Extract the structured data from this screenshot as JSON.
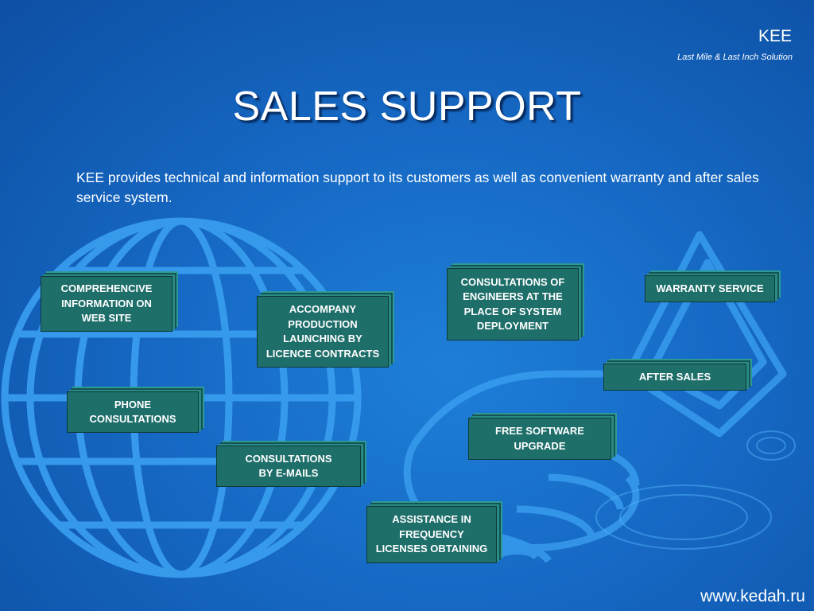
{
  "header": {
    "brand": "KEE",
    "tagline": "Last Mile & Last Inch Solution"
  },
  "title": "SALES SUPPORT",
  "intro": "KEE provides technical and information support to its customers as well as convenient warranty and after sales service system.",
  "boxes": [
    {
      "id": "web-site",
      "lines": [
        "COMPREHENCIVE",
        "INFORMATION ON",
        "WEB SITE"
      ]
    },
    {
      "id": "production",
      "lines": [
        "ACCOMPANY",
        "PRODUCTION",
        "LAUNCHING BY",
        "LICENCE CONTRACTS"
      ]
    },
    {
      "id": "engineers",
      "lines": [
        "CONSULTATIONS OF",
        "ENGINEERS AT THE",
        "PLACE OF SYSTEM",
        "DEPLOYMENT"
      ]
    },
    {
      "id": "warranty",
      "lines": [
        "WARRANTY SERVICE"
      ]
    },
    {
      "id": "after-sales",
      "lines": [
        "AFTER SALES"
      ]
    },
    {
      "id": "phone",
      "lines": [
        "PHONE",
        "CONSULTATIONS"
      ]
    },
    {
      "id": "software",
      "lines": [
        "FREE SOFTWARE",
        "UPGRADE"
      ]
    },
    {
      "id": "emails",
      "lines": [
        "CONSULTATIONS",
        "BY E-MAILS"
      ]
    },
    {
      "id": "frequency",
      "lines": [
        "ASSISTANCE IN",
        "FREQUENCY",
        "LICENSES OBTAINING"
      ]
    }
  ],
  "footer": {
    "url": "www.kedah.ru"
  },
  "colors": {
    "background": "#1669c4",
    "box": "#1e6e6a",
    "decoration": "#3a9ff0"
  },
  "icons": [
    "globe-illustration",
    "hand-illustration"
  ]
}
